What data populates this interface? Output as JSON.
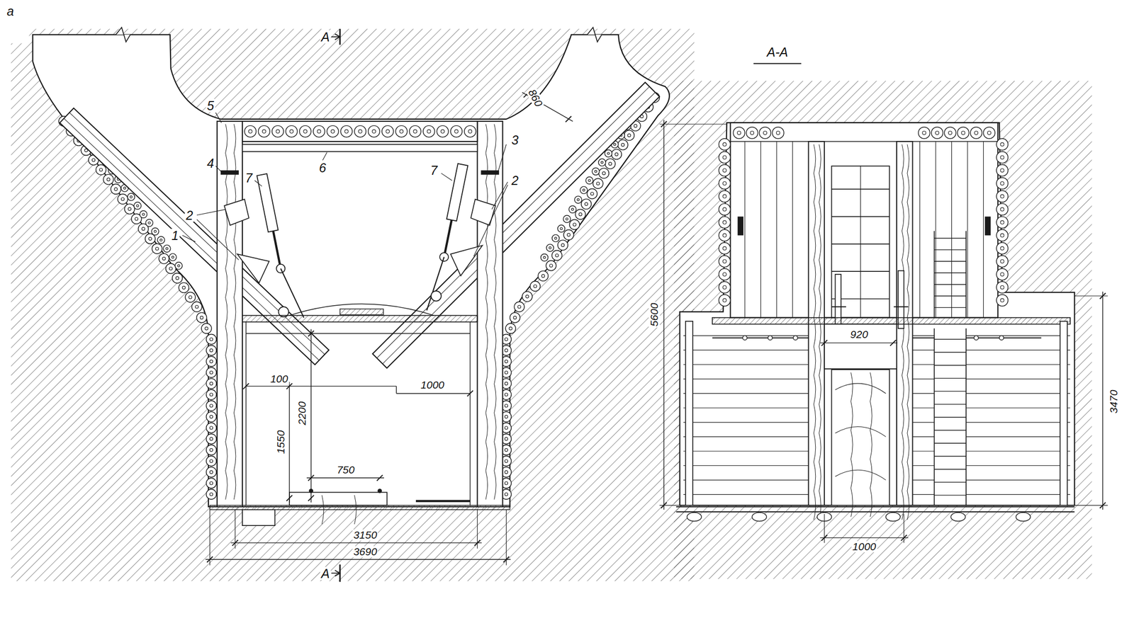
{
  "diagram": {
    "labels": [
      "а",
      "А",
      "А",
      "5",
      "4",
      "6",
      "7",
      "7",
      "3",
      "2",
      "2",
      "1",
      "860",
      "100",
      "1000",
      "1550",
      "2200",
      "750",
      "3150",
      "3690",
      "А-А",
      "5600",
      "920",
      "3470",
      "1000"
    ]
  }
}
